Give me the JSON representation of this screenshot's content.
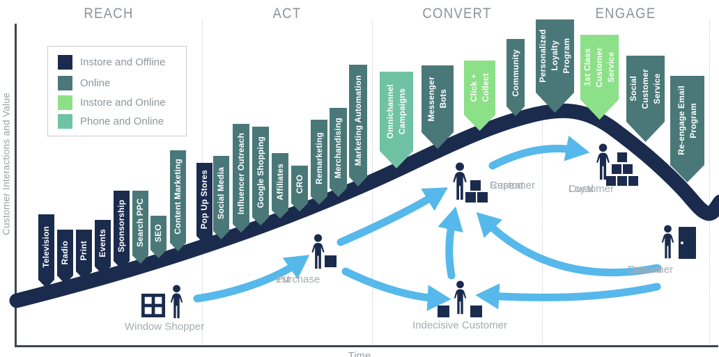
{
  "diagram": {
    "phases": [
      "REACH",
      "ACT",
      "CONVERT",
      "ENGAGE"
    ],
    "y_axis_label": "Customer Interactions and Value",
    "x_axis_label": "Time",
    "colors": {
      "instore_offline": "#1b2b4d",
      "online": "#4a7878",
      "instore_online": "#8ce087",
      "phone_online": "#6fc3a4",
      "curve": "#1b2b4d",
      "arrow": "#56b8eb",
      "label_gray": "#a5abb2",
      "header_gray": "#8e9399"
    },
    "legend": [
      {
        "label": "Instore and Offline",
        "category": "instore_offline",
        "color": "#1b2b4d"
      },
      {
        "label": "Online",
        "category": "online",
        "color": "#4a7878"
      },
      {
        "label": "Instore and Online",
        "category": "instore_online",
        "color": "#8ce087"
      },
      {
        "label": "Phone and Online",
        "category": "phone_online",
        "color": "#6fc3a4"
      }
    ],
    "channels": [
      {
        "label": "Television",
        "lines": "Television",
        "category": "instore_offline"
      },
      {
        "label": "Radio",
        "lines": "Radio",
        "category": "instore_offline"
      },
      {
        "label": "Print",
        "lines": "Print",
        "category": "instore_offline"
      },
      {
        "label": "Events",
        "lines": "Events",
        "category": "instore_offline"
      },
      {
        "label": "Sponsorship",
        "lines": "Sponsorship",
        "category": "instore_offline"
      },
      {
        "label": "Search PPC",
        "lines": "Search PPC",
        "category": "online"
      },
      {
        "label": "SEO",
        "lines": "SEO",
        "category": "online"
      },
      {
        "label": "Content Marketing",
        "lines": "Content Marketing",
        "category": "online"
      },
      {
        "label": "Pop Up Stores",
        "lines": "Pop Up Stores",
        "category": "instore_offline"
      },
      {
        "label": "Social Media",
        "lines": "Social Media",
        "category": "online"
      },
      {
        "label": "Influencer Outreach",
        "lines": "Influencer Outreach",
        "category": "online"
      },
      {
        "label": "Google Shopping",
        "lines": "Google Shopping",
        "category": "online"
      },
      {
        "label": "Affiliates",
        "lines": "Affiliates",
        "category": "online"
      },
      {
        "label": "CRO",
        "lines": "CRO",
        "category": "online"
      },
      {
        "label": "Remarketing",
        "lines": "Remarketing",
        "category": "online"
      },
      {
        "label": "Merchandising",
        "lines": "Merchandising",
        "category": "online"
      },
      {
        "label": "Marketing Automation",
        "lines": "Marketing Automation",
        "category": "online"
      },
      {
        "label": "Omnichannel Campaigns",
        "lines": "Omnichannel\nCampaigns",
        "category": "phone_online"
      },
      {
        "label": "Messenger Bots",
        "lines": "Messenger\nBots",
        "category": "online"
      },
      {
        "label": "Click + Collect",
        "lines": "Click +\nCollect",
        "category": "instore_online"
      },
      {
        "label": "Community",
        "lines": "Community",
        "category": "online"
      },
      {
        "label": "Personalized Loyalty Program",
        "lines": "Personalized\nLoyalty\nProgram",
        "category": "online"
      },
      {
        "label": "1st Class Customer Service",
        "lines": "1st Class\nCustomer\nService",
        "category": "instore_online"
      },
      {
        "label": "Social Customer Service",
        "lines": "Social\nCustomer\nService",
        "category": "online"
      },
      {
        "label": "Re-engage Email Program",
        "lines": "Re-engage Email\nProgram",
        "category": "online"
      }
    ],
    "stages": {
      "window_shopper": {
        "lines": [
          "Window Shopper"
        ]
      },
      "first_purchase": {
        "lines": [
          "1st",
          "Purchase"
        ]
      },
      "indecisive_customer": {
        "lines": [
          "Indecisive Customer"
        ]
      },
      "repeat_customer": {
        "lines": [
          "Repeat",
          "Customer"
        ]
      },
      "loyal_customer": {
        "lines": [
          "Loyal",
          "Customer"
        ]
      },
      "lapsed_customer": {
        "lines": [
          "Lapsed",
          "Customer"
        ]
      }
    },
    "arrows": [
      {
        "from": "window-shopper",
        "to": "first-purchase"
      },
      {
        "from": "first-purchase",
        "to": "repeat-customer"
      },
      {
        "from": "first-purchase",
        "to": "indecisive-customer"
      },
      {
        "from": "indecisive-customer",
        "to": "repeat-customer"
      },
      {
        "from": "lapsed-customer",
        "to": "repeat-customer"
      },
      {
        "from": "lapsed-customer",
        "to": "indecisive-customer"
      },
      {
        "from": "repeat-customer",
        "to": "loyal-customer"
      }
    ]
  }
}
